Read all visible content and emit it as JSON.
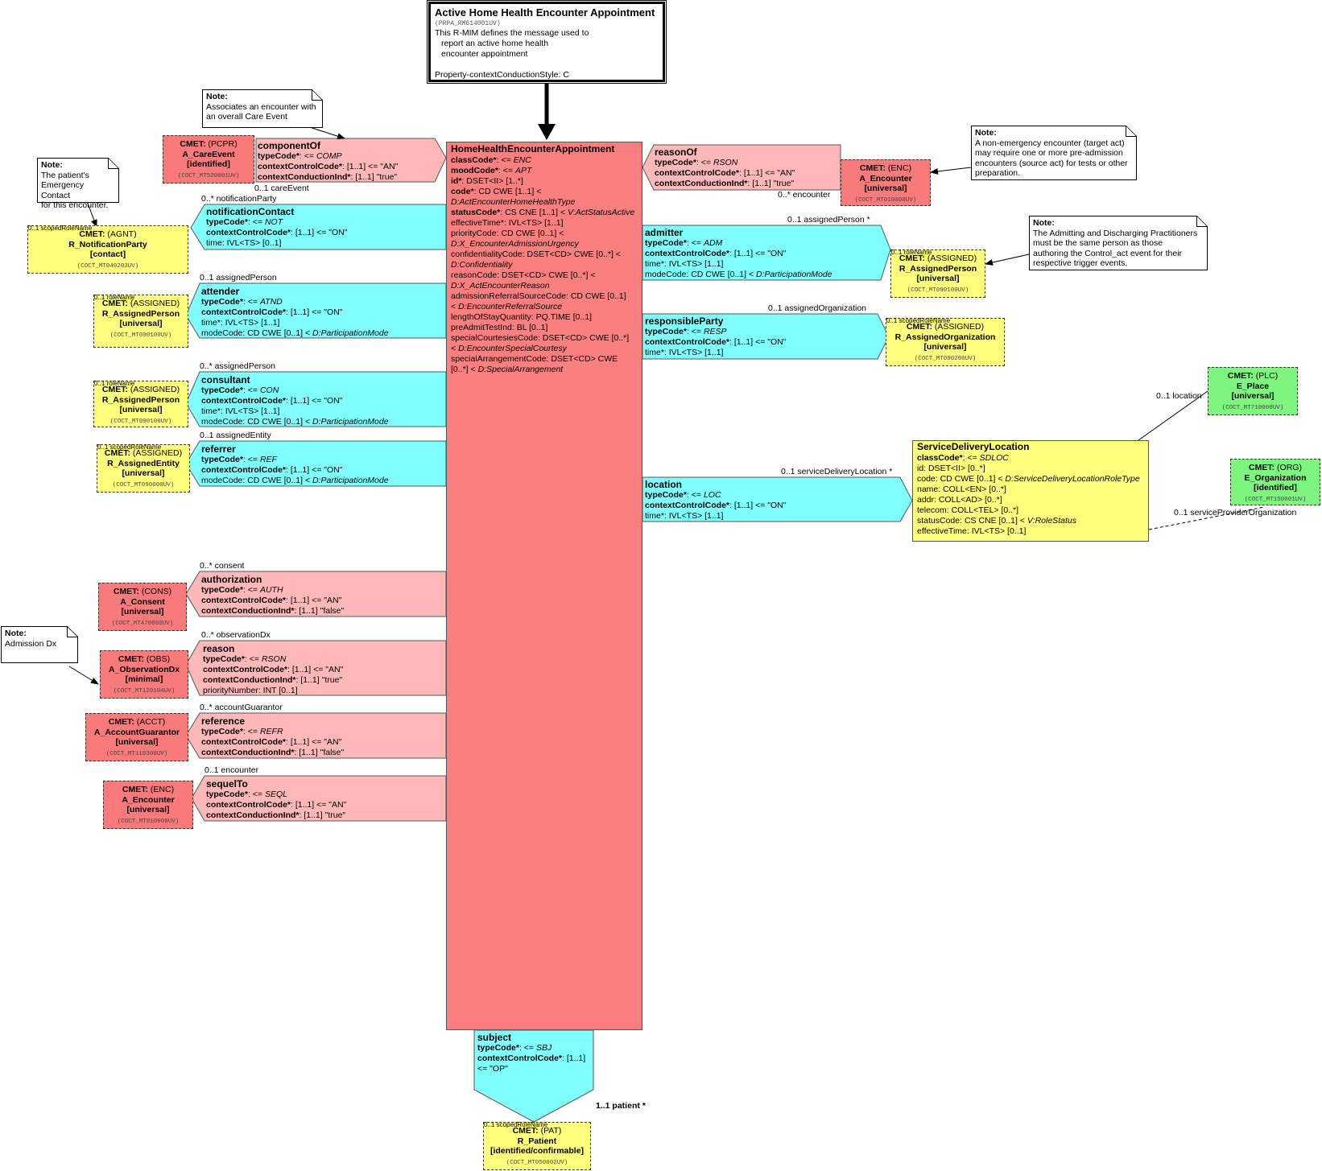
{
  "header": {
    "title": "Active Home Health Encounter Appointment",
    "code": "(PRPA_RM614001UV)",
    "desc1": "This R-MIM defines the message used to",
    "desc2": "report an active home health",
    "desc3": "encounter appointment",
    "style": "Property-contextConductionStyle: C"
  },
  "notes": {
    "label": "Note:",
    "care_event": [
      "Associates an encounter with",
      "an overall Care Event"
    ],
    "emergency": [
      "The patient's",
      "Emergency Contact",
      "for this encounter."
    ],
    "non_emergency": [
      "A non-emergency encounter (target act)",
      "may require one or more pre-admission",
      "encounters (source act) for tests or other",
      "preparation."
    ],
    "admitting": [
      "The Admitting and Discharging Practitioners",
      "must be the same person as those",
      "authoring the Control_act event for their",
      "respective trigger events."
    ],
    "admission_dx": [
      "Admission Dx"
    ]
  },
  "main_act": {
    "title": "HomeHealthEncounterAppointment",
    "attributes": [
      {
        "name": "classCode*",
        "rest": ": <= ",
        "ital": "ENC",
        "bold": true
      },
      {
        "name": "moodCode*",
        "rest": ": <= ",
        "ital": "APT",
        "bold": true
      },
      {
        "name": "id*",
        "rest": ": DSET<II> [1..*]",
        "ital": "",
        "bold": true
      },
      {
        "name": "code*",
        "rest": ": CD CWE [1..1] <",
        "ital": "",
        "bold": true
      },
      {
        "name": "",
        "rest": "",
        "ital": "D:ActEncounterHomeHealthType",
        "bold": false
      },
      {
        "name": "statusCode*",
        "rest": ": CS CNE [1..1] < ",
        "ital": "V:ActStatusActive",
        "bold": true
      },
      {
        "name": "",
        "rest": "effectiveTime*: IVL<TS> [1..1]",
        "ital": "",
        "bold": false
      },
      {
        "name": "",
        "rest": "priorityCode: CD CWE [0..1] <",
        "ital": "",
        "bold": false
      },
      {
        "name": "",
        "rest": "",
        "ital": "D:X_EncounterAdmissionUrgency",
        "bold": false
      },
      {
        "name": "",
        "rest": "confidentialityCode: DSET<CD> CWE [0..*] <",
        "ital": "",
        "bold": false
      },
      {
        "name": "",
        "rest": "",
        "ital": "D:Confidentiality",
        "bold": false
      },
      {
        "name": "",
        "rest": "reasonCode: DSET<CD> CWE [0..*] <",
        "ital": "",
        "bold": false
      },
      {
        "name": "",
        "rest": "",
        "ital": "D:X_ActEncounterReason",
        "bold": false
      },
      {
        "name": "",
        "rest": "admissionReferralSourceCode: CD CWE [0..1]",
        "ital": "",
        "bold": false
      },
      {
        "name": "",
        "rest": " < ",
        "ital": "D:EncounterReferralSource",
        "bold": false
      },
      {
        "name": "",
        "rest": "lengthOfStayQuantity: PQ.TIME [0..1]",
        "ital": "",
        "bold": false
      },
      {
        "name": "",
        "rest": "preAdmitTestInd: BL [0..1]",
        "ital": "",
        "bold": false
      },
      {
        "name": "",
        "rest": "specialCourtesiesCode: DSET<CD> CWE [0..*]",
        "ital": "",
        "bold": false
      },
      {
        "name": "",
        "rest": " < ",
        "ital": "D:EncounterSpecialCourtesy",
        "bold": false
      },
      {
        "name": "",
        "rest": "specialArrangementCode: DSET<CD> CWE",
        "ital": "",
        "bold": false
      },
      {
        "name": "",
        "rest": "[0..*] < ",
        "ital": "D:SpecialArrangement",
        "bold": false
      }
    ]
  },
  "participations": {
    "componentOf": {
      "name": "componentOf",
      "l1b": "typeCode*",
      "l1": ": <= ",
      "l1i": "COMP",
      "l2b": "contextControlCode*",
      "l2": ": [1..1] <= \"AN\"",
      "l3b": "contextConductionInd*",
      "l3": ": [1..1] \"true\""
    },
    "notificationContact": {
      "name": "notificationContact",
      "l1b": "typeCode*",
      "l1": ": <= ",
      "l1i": "NOT",
      "l2b": "contextControlCode*",
      "l2": ": [1..1] <= \"ON\"",
      "l3": "time: IVL<TS> [0..1]"
    },
    "attender": {
      "name": "attender",
      "l1b": "typeCode*",
      "l1": ": <= ",
      "l1i": "ATND",
      "l2b": "contextControlCode*",
      "l2": ": [1..1] <= \"ON\"",
      "l3": "time*: IVL<TS> [1..1]",
      "l4": "modeCode: CD CWE [0..1] < ",
      "l4i": "D:ParticipationMode"
    },
    "consultant": {
      "name": "consultant",
      "l1b": "typeCode*",
      "l1": ": <= ",
      "l1i": "CON",
      "l2b": "contextControlCode*",
      "l2": ": [1..1] <= \"ON\"",
      "l3": "time*: IVL<TS> [1..1]",
      "l4": "modeCode: CD CWE [0..1] < ",
      "l4i": "D:ParticipationMode"
    },
    "referrer": {
      "name": "referrer",
      "l1b": "typeCode*",
      "l1": ": <= ",
      "l1i": "REF",
      "l2b": "contextControlCode*",
      "l2": ": [1..1] <= \"ON\"",
      "l3": "modeCode: CD CWE [0..1] < ",
      "l3i": "D:ParticipationMode"
    },
    "authorization": {
      "name": "authorization",
      "l1b": "typeCode*",
      "l1": ": <= ",
      "l1i": "AUTH",
      "l2b": "contextControlCode*",
      "l2": ": [1..1] <= \"AN\"",
      "l3b": "contextConductionInd*",
      "l3": ": [1..1] \"false\""
    },
    "reason": {
      "name": "reason",
      "l1b": "typeCode*",
      "l1": ": <= ",
      "l1i": "RSON",
      "l2b": "contextControlCode*",
      "l2": ": [1..1] <= \"AN\"",
      "l3b": "contextConductionInd*",
      "l3": ": [1..1] \"true\"",
      "l4": "priorityNumber: INT [0..1]"
    },
    "reference": {
      "name": "reference",
      "l1b": "typeCode*",
      "l1": ": <= ",
      "l1i": "REFR",
      "l2b": "contextControlCode*",
      "l2": ": [1..1] <= \"AN\"",
      "l3b": "contextConductionInd*",
      "l3": ": [1..1] \"false\""
    },
    "sequelTo": {
      "name": "sequelTo",
      "l1b": "typeCode*",
      "l1": ": <= ",
      "l1i": "SEQL",
      "l2b": "contextControlCode*",
      "l2": ": [1..1] <= \"AN\"",
      "l3b": "contextConductionInd*",
      "l3": ": [1..1] \"true\""
    },
    "reasonOf": {
      "name": "reasonOf",
      "l1b": "typeCode*",
      "l1": ": <= ",
      "l1i": "RSON",
      "l2b": "contextControlCode*",
      "l2": ": [1..1] <= \"AN\"",
      "l3b": "contextConductionInd*",
      "l3": ": [1..1] \"true\""
    },
    "admitter": {
      "name": "admitter",
      "l1b": "typeCode*",
      "l1": ": <= ",
      "l1i": "ADM",
      "l2b": "contextControlCode*",
      "l2": ": [1..1] <= \"ON\"",
      "l3": "time*: IVL<TS> [1..1]",
      "l4": "modeCode: CD CWE [0..1] < ",
      "l4i": "D:ParticipationMode"
    },
    "responsibleParty": {
      "name": "responsibleParty",
      "l1b": "typeCode*",
      "l1": ": <= ",
      "l1i": "RESP",
      "l2b": "contextControlCode*",
      "l2": ": [1..1] <= \"ON\"",
      "l3": "time*: IVL<TS> [1..1]"
    },
    "location": {
      "name": "location",
      "l1b": "typeCode*",
      "l1": ": <= ",
      "l1i": "LOC",
      "l2b": "contextControlCode*",
      "l2": ": [1..1] <= \"ON\"",
      "l3": "time*: IVL<TS> [1..1]"
    },
    "subject": {
      "name": "subject",
      "l1b": "typeCode*",
      "l1": ": <= ",
      "l1i": "SBJ",
      "l2b": "contextControlCode*",
      "l2": ": [1..1]",
      "l3": " <= \"OP\""
    }
  },
  "labels": {
    "careEvent": "0..1 careEvent",
    "notificationParty": "0..* notificationParty",
    "assignedPerson_att": "0..1 assignedPerson",
    "assignedPerson_con": "0..* assignedPerson",
    "assignedEntity": "0..1 assignedEntity",
    "consent": "0..* consent",
    "observationDx": "0..* observationDx",
    "accountGuarantor": "0..* accountGuarantor",
    "encounter_seq": "0..1 encounter",
    "encounter_rsn": "0..* encounter",
    "assignedPerson_adm": "0..1 assignedPerson  *",
    "assignedOrganization": "0..1 assignedOrganization",
    "serviceDeliveryLocation": "0..1 serviceDeliveryLocation  *",
    "location": "0..1 location",
    "serviceProviderOrganization": "0..1 serviceProviderOrganization",
    "patient": "1..1 patient  *",
    "scopedRoleName": "0..1 scopedRoleName",
    "roleName": "0..1 roleName"
  },
  "cmets": {
    "careEvent": {
      "l1": "CMET:",
      "l1r": " (PCPR)",
      "l2": "A_CareEvent",
      "l3": "[identified]",
      "code": "(COCT_MT520001UV)"
    },
    "notificationParty": {
      "l1": "CMET:",
      "l1r": " (AGNT)",
      "l2": "R_NotificationParty",
      "l3": "[contact]",
      "code": "(COCT_MT040203UV)"
    },
    "attender": {
      "l1": "CMET:",
      "l1r": " (ASSIGNED)",
      "l2": "R_AssignedPerson",
      "l3": "[universal]",
      "code": "(COCT_MT090100UV)"
    },
    "consultant": {
      "l1": "CMET:",
      "l1r": " (ASSIGNED)",
      "l2": "R_AssignedPerson",
      "l3": "[universal]",
      "code": "(COCT_MT090100UV)"
    },
    "referrer": {
      "l1": "CMET:",
      "l1r": " (ASSIGNED)",
      "l2": "R_AssignedEntity",
      "l3": "[universal]",
      "code": "(COCT_MT090000UV)"
    },
    "consent": {
      "l1": "CMET:",
      "l1r": " (CONS)",
      "l2": "A_Consent",
      "l3": "[universal]",
      "code": "(COCT_MT470000UV)"
    },
    "observationDx": {
      "l1": "CMET:",
      "l1r": " (OBS)",
      "l2": "A_ObservationDx",
      "l3": "[minimal]",
      "code": "(COCT_MT120104UV)"
    },
    "accountGuarantor": {
      "l1": "CMET:",
      "l1r": " (ACCT)",
      "l2": "A_AccountGuarantor",
      "l3": "[universal]",
      "code": "(COCT_MT110300UV)"
    },
    "encounterSeq": {
      "l1": "CMET:",
      "l1r": " (ENC)",
      "l2": "A_Encounter",
      "l3": "[universal]",
      "code": "(COCT_MT010000UV)"
    },
    "encounterRsn": {
      "l1": "CMET:",
      "l1r": " (ENC)",
      "l2": "A_Encounter",
      "l3": "[universal]",
      "code": "(COCT_MT010000UV)"
    },
    "admitter": {
      "l1": "CMET:",
      "l1r": " (ASSIGNED)",
      "l2": "R_AssignedPerson",
      "l3": "[universal]",
      "code": "(COCT_MT090100UV)"
    },
    "responsible": {
      "l1": "CMET:",
      "l1r": " (ASSIGNED)",
      "l2": "R_AssignedOrganization",
      "l3": "[universal]",
      "code": "(COCT_MT090200UV)"
    },
    "place": {
      "l1": "CMET:",
      "l1r": " (PLC)",
      "l2": "E_Place",
      "l3": "[universal]",
      "code": "(COCT_MT710000UV)"
    },
    "organization": {
      "l1": "CMET:",
      "l1r": " (ORG)",
      "l2": "E_Organization",
      "l3": "[identified]",
      "code": "(COCT_MT150001UV)"
    },
    "patient": {
      "l1": "CMET:",
      "l1r": " (PAT)",
      "l2": "R_Patient",
      "l3": "[identified/confirmable]",
      "code": "(COCT_MT050002UV)"
    }
  },
  "sdl": {
    "title": "ServiceDeliveryLocation",
    "lines": [
      {
        "b": "classCode*",
        "t": ": <= ",
        "i": "SDLOC"
      },
      {
        "b": "",
        "t": "id: DSET<II> [0..*]",
        "i": ""
      },
      {
        "b": "",
        "t": "code: CD CWE [0..1] < ",
        "i": "D:ServiceDeliveryLocationRoleType"
      },
      {
        "b": "",
        "t": "name: COLL<EN> [0..*]",
        "i": ""
      },
      {
        "b": "",
        "t": "addr: COLL<AD> [0..*]",
        "i": ""
      },
      {
        "b": "",
        "t": "telecom: COLL<TEL> [0..*]",
        "i": ""
      },
      {
        "b": "",
        "t": "statusCode: CS CNE [0..1] < ",
        "i": "V:RoleStatus"
      },
      {
        "b": "",
        "t": "effectiveTime: IVL<TS> [0..1]",
        "i": ""
      }
    ]
  },
  "colors": {
    "act": "#fa8080",
    "act_relationship": "#ffb8b8",
    "participation": "#80ffff",
    "role": "#ffff7e",
    "entity": "#7ef57e"
  }
}
